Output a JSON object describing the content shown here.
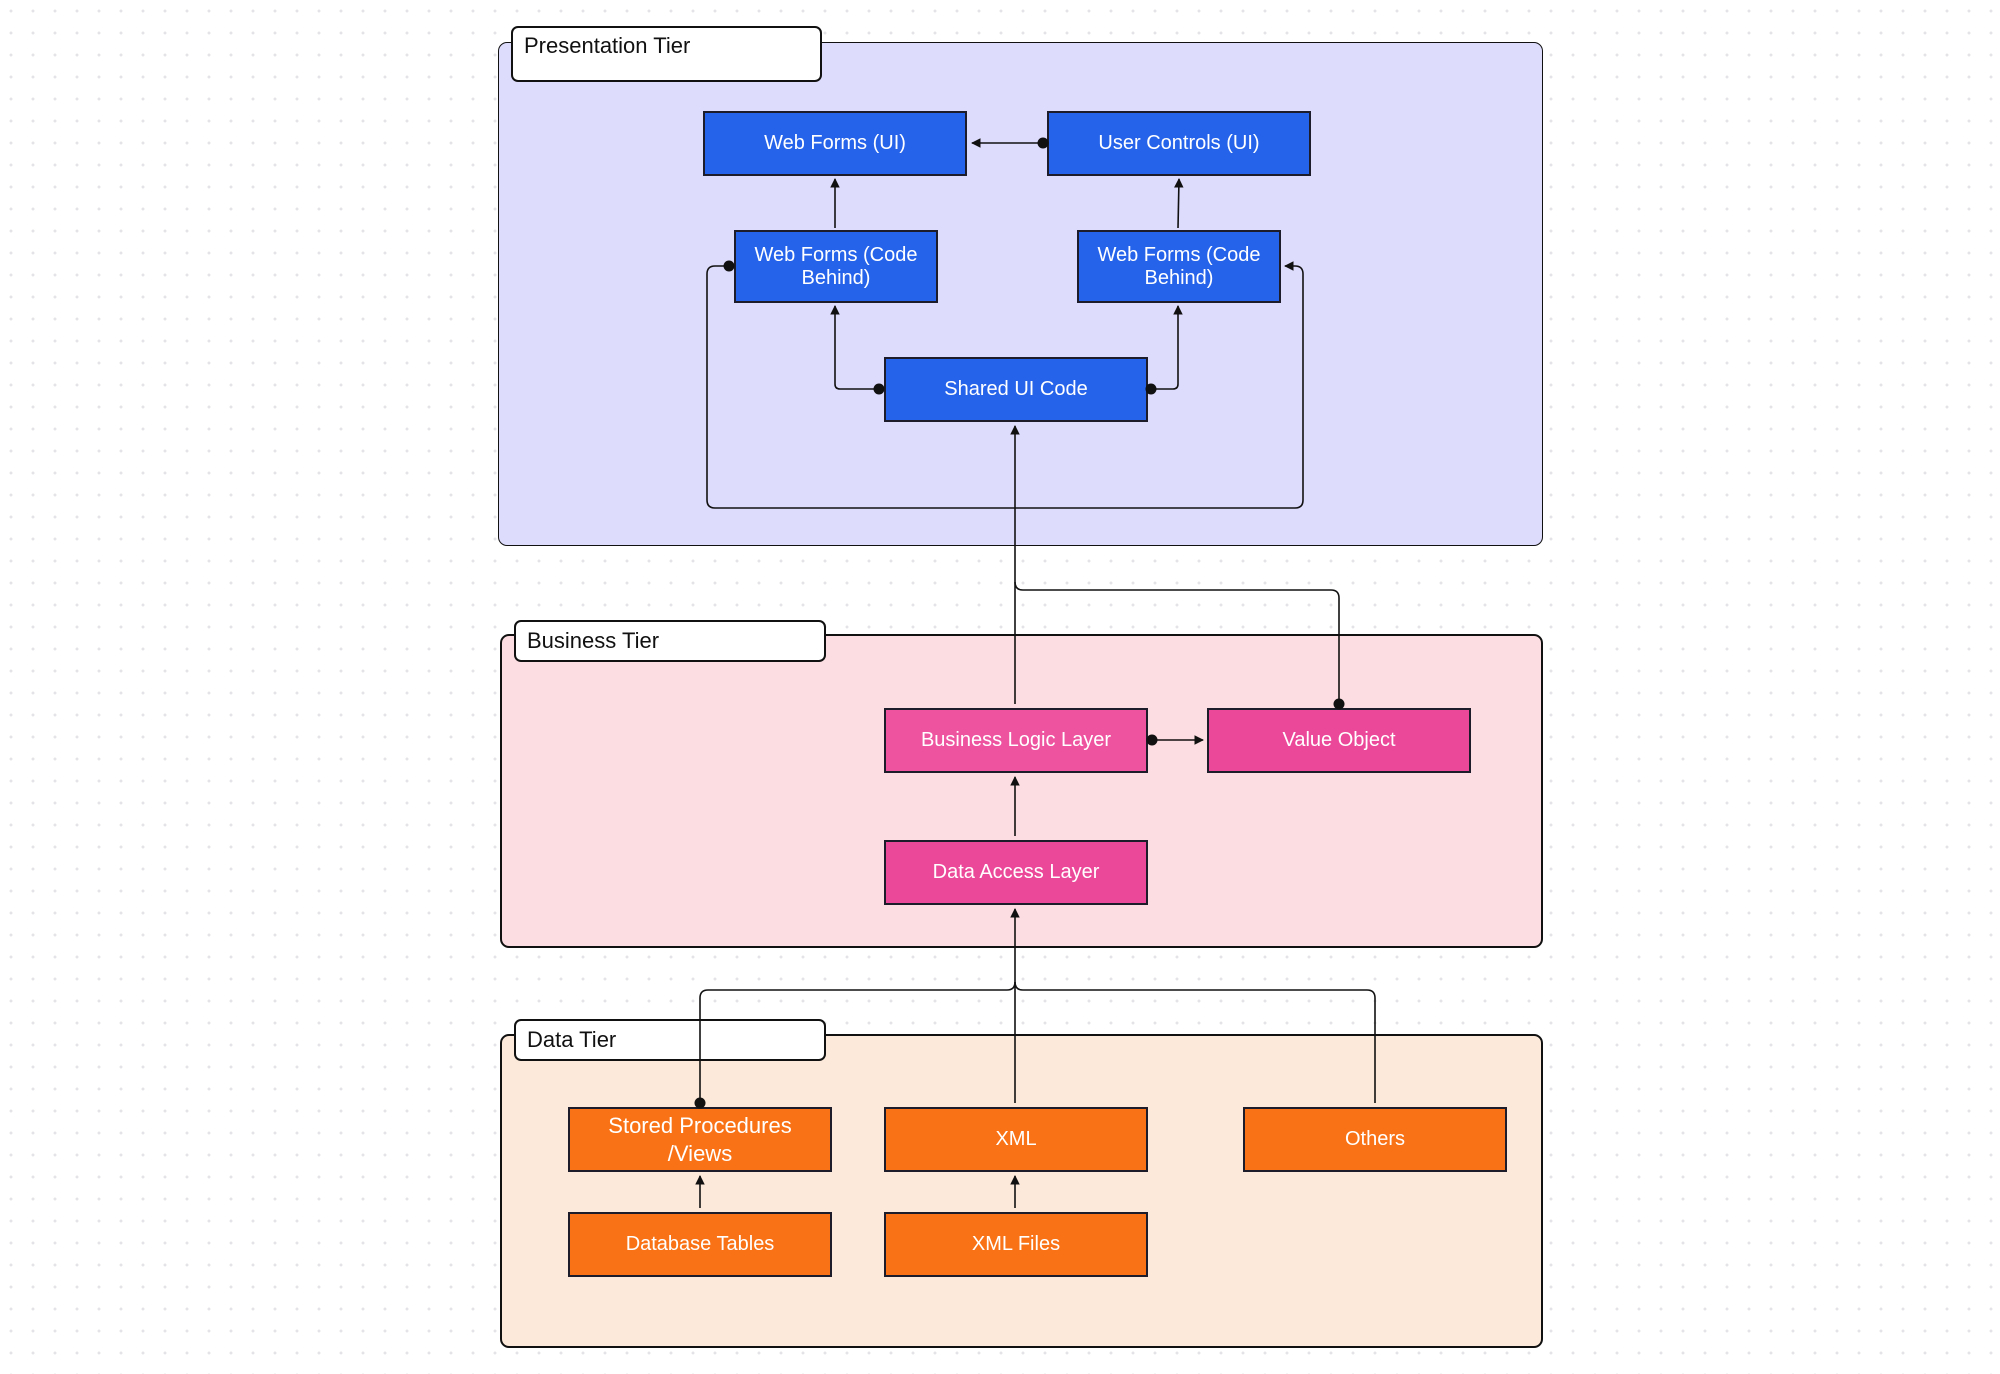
{
  "tiers": {
    "presentation": "Presentation Tier",
    "business": "Business Tier",
    "data": "Data Tier"
  },
  "nodes": {
    "web_forms_ui": "Web Forms (UI)",
    "user_controls_ui": "User Controls (UI)",
    "web_forms_code_behind_left": "Web Forms (Code Behind)",
    "web_forms_code_behind_right": "Web Forms (Code Behind)",
    "shared_ui_code": "Shared UI Code",
    "business_logic_layer": "Business Logic Layer",
    "value_object": "Value Object",
    "data_access_layer": "Data Access Layer",
    "stored_procedures_views": "Stored Procedures /Views",
    "xml": "XML",
    "others": "Others",
    "database_tables": "Database Tables",
    "xml_files": "XML Files"
  },
  "colors": {
    "presentation_fill": "#dedcfd",
    "business_fill": "#fcdde1",
    "data_fill": "#fde9d9",
    "presentation_node": "#2563eb",
    "business_node": "#ec4899",
    "data_node": "#f97316",
    "connector": "#111111"
  }
}
